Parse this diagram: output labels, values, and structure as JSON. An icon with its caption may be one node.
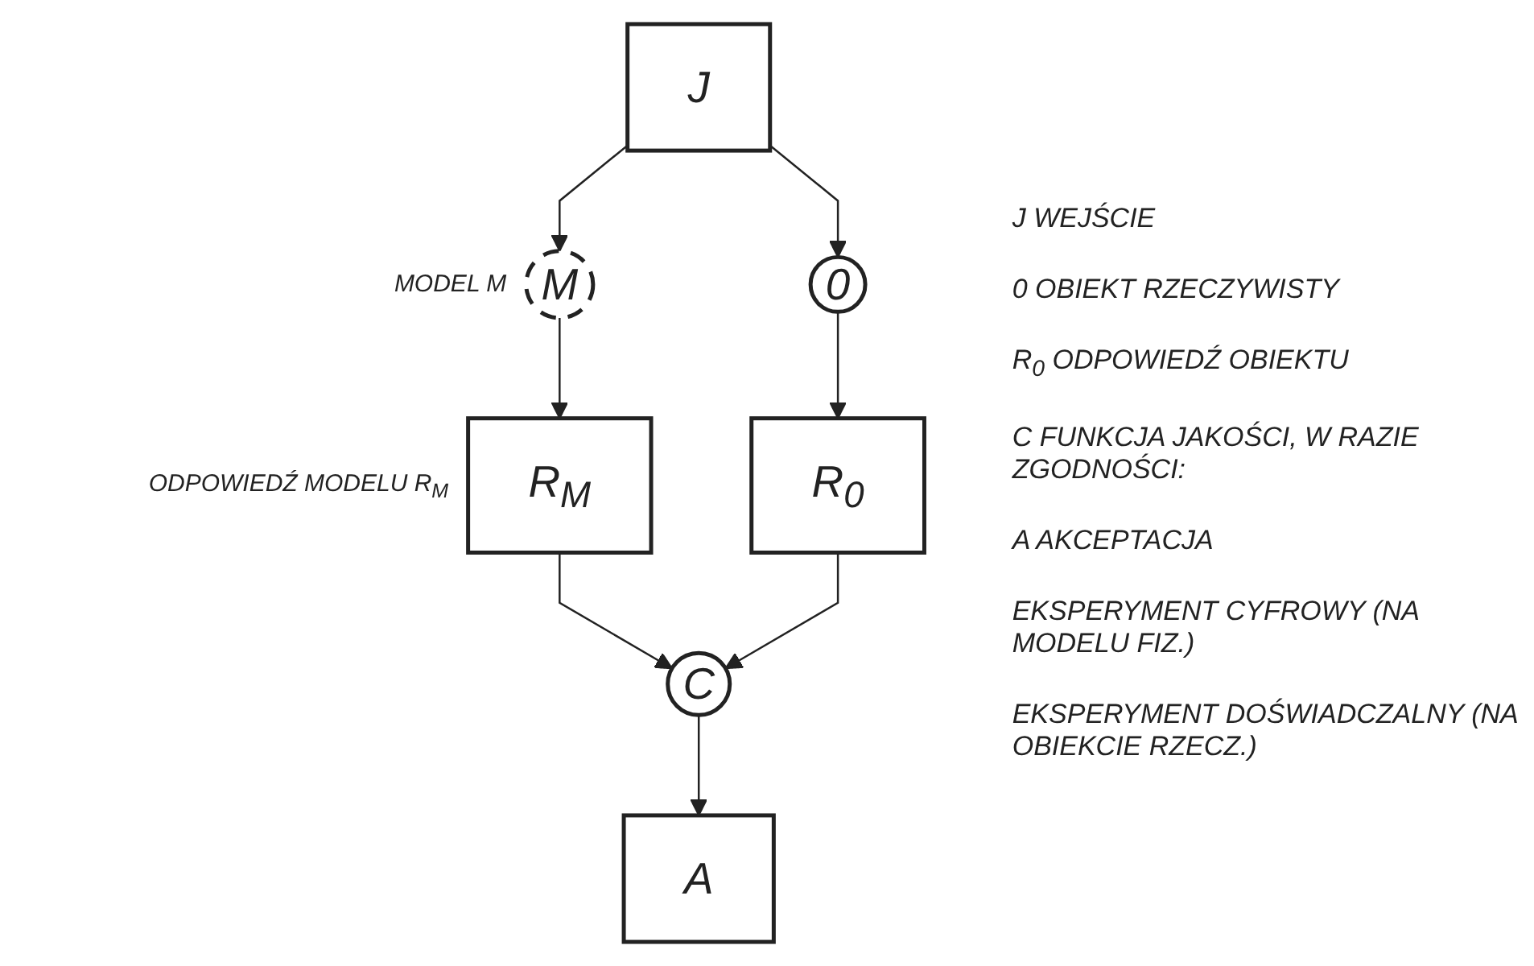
{
  "diagram": {
    "nodes": [
      {
        "text": [
          "J"
        ]
      },
      {
        "text": [
          "M"
        ],
        "beside": [
          "MODEL M"
        ]
      },
      {
        "text": [
          "0"
        ]
      },
      {
        "text": [
          "R$_{M}$"
        ],
        "beside": [
          "ODPOWIEDŹ MODELU R$_{M}$"
        ]
      },
      {
        "text": [
          "C"
        ]
      },
      {
        "text": [
          "R$_{0}$"
        ]
      },
      {
        "text": [
          "A"
        ]
      }
    ],
    "edges": [
      {
        "from": 0,
        "to": 1,
        "arrow": "to"
      },
      {
        "from": 0,
        "to": 2,
        "arrow": "to"
      },
      {
        "from": 1,
        "to": 3,
        "arrow": "to"
      },
      {
        "from": 2,
        "to": 5,
        "arrow": "to"
      },
      {
        "from": 3,
        "to": 4,
        "arrow": "to"
      },
      {
        "from": 5,
        "to": 4,
        "arrow": "to"
      },
      {
        "from": 4,
        "to": 6,
        "arrow": "to"
      }
    ],
    "labels": [
      "J WEJŚCIE",
      "0 OBIEKT RZECZYWISTY",
      "R$_{0}$ ODPOWIEDŹ OBIEKTU",
      "C FUNKCJA JAKOŚCI, W RAZIE ZGODNOŚCI:",
      "A AKCEPTACJA",
      "EKSPERYMENT CYFROWY (NA MODELU FIZ.)",
      "EKSPERYMENT DOŚWIADCZALNY (NA OBIEKCIE RZECZ.)"
    ]
  }
}
